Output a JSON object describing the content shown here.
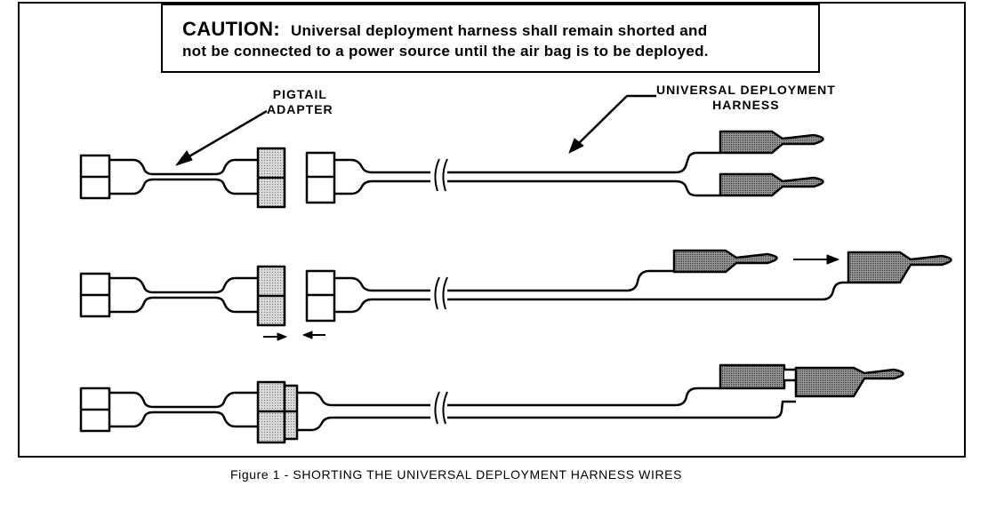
{
  "caution": {
    "label": "CAUTION:",
    "line1": "Universal deployment harness shall remain shorted and",
    "line2": "not be connected to a power source until the air bag is to be deployed."
  },
  "labels": {
    "pigtail_line1": "PIGTAIL",
    "pigtail_line2": "ADAPTER",
    "harness_line1": "UNIVERSAL DEPLOYMENT",
    "harness_line2": "HARNESS"
  },
  "caption": "Figure 1 - SHORTING THE UNIVERSAL DEPLOYMENT HARNESS WIRES",
  "colors": {
    "line": "#000000",
    "shade_light": "#c8c8c8",
    "shade_dark": "#7a7a7a",
    "background": "#ffffff"
  }
}
